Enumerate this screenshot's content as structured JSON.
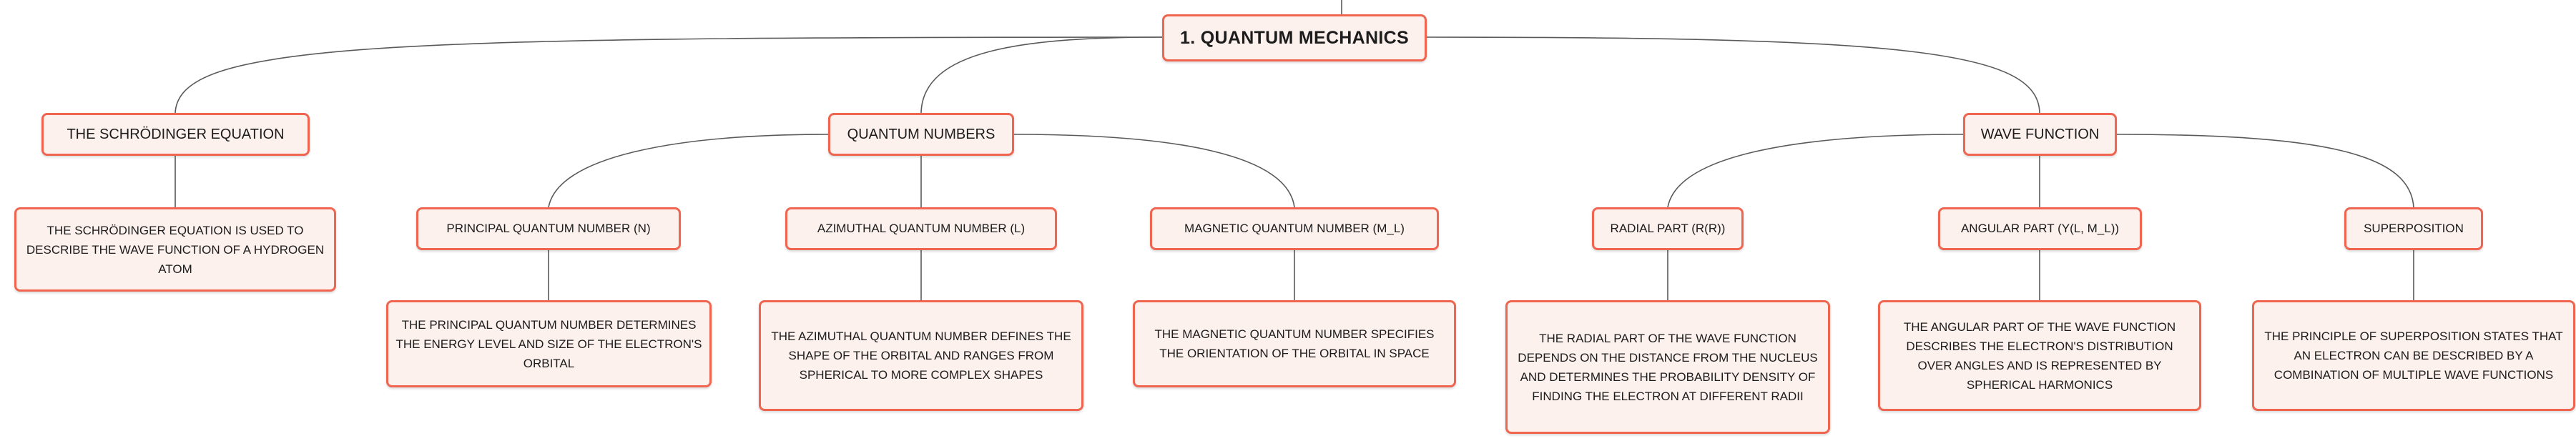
{
  "root": {
    "label": "1. QUANTUM MECHANICS"
  },
  "schrodinger": {
    "label": "THE SCHRÖDINGER EQUATION",
    "desc": "THE SCHRÖDINGER EQUATION IS USED TO DESCRIBE THE WAVE FUNCTION OF A HYDROGEN ATOM"
  },
  "quantum_numbers": {
    "label": "QUANTUM NUMBERS",
    "principal": {
      "label": "PRINCIPAL QUANTUM NUMBER (N)",
      "desc": "THE PRINCIPAL QUANTUM NUMBER DETERMINES THE ENERGY LEVEL AND SIZE OF THE ELECTRON'S ORBITAL"
    },
    "azimuthal": {
      "label": "AZIMUTHAL QUANTUM NUMBER (L)",
      "desc": "THE AZIMUTHAL QUANTUM NUMBER DEFINES THE SHAPE OF THE ORBITAL AND RANGES FROM SPHERICAL TO MORE COMPLEX SHAPES"
    },
    "magnetic": {
      "label": "MAGNETIC QUANTUM NUMBER (M_L)",
      "desc": "THE MAGNETIC QUANTUM NUMBER SPECIFIES THE ORIENTATION OF THE ORBITAL IN SPACE"
    }
  },
  "wave_function": {
    "label": "WAVE FUNCTION",
    "radial": {
      "label": "RADIAL PART (R(R))",
      "desc": "THE RADIAL PART OF THE WAVE FUNCTION DEPENDS ON THE DISTANCE FROM THE NUCLEUS AND DETERMINES THE PROBABILITY DENSITY OF FINDING THE ELECTRON AT DIFFERENT RADII"
    },
    "angular": {
      "label": "ANGULAR PART (Y(L, M_L))",
      "desc": "THE ANGULAR PART OF THE WAVE FUNCTION DESCRIBES THE ELECTRON'S DISTRIBUTION OVER ANGLES AND IS REPRESENTED BY SPHERICAL HARMONICS"
    },
    "superposition": {
      "label": "SUPERPOSITION",
      "desc": "THE PRINCIPLE OF SUPERPOSITION STATES THAT AN ELECTRON CAN BE DESCRIBED BY A COMBINATION OF MULTIPLE WAVE FUNCTIONS"
    }
  },
  "colors": {
    "node_border": "#ef6550",
    "node_fill": "#fdf1ee",
    "connector": "#5a5a5a"
  }
}
